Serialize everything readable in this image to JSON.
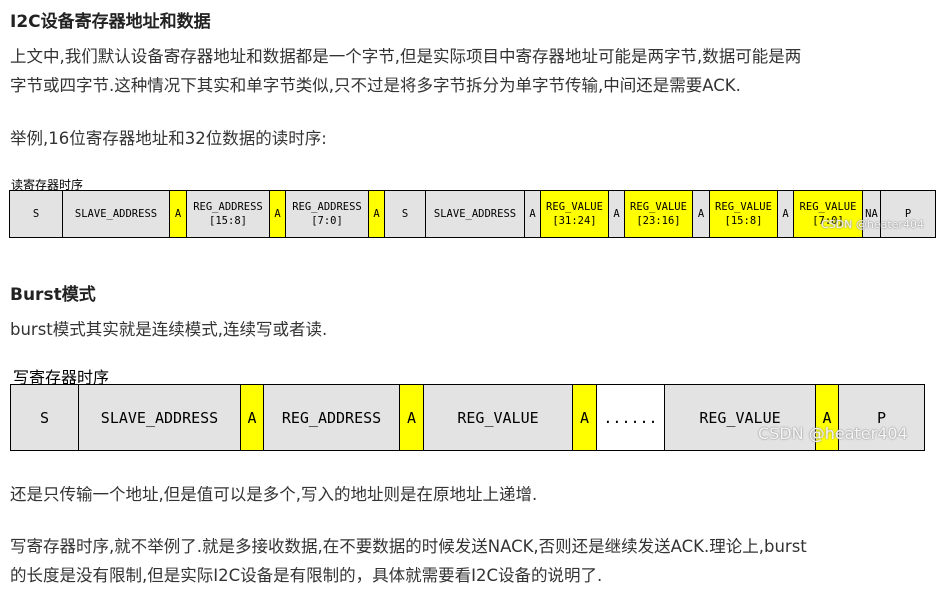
{
  "section1": {
    "heading": "I2C设备寄存器地址和数据",
    "para1_line1": "上文中,我们默认设备寄存器地址和数据都是一个字节,但是实际项目中寄存器地址可能是两字节,数据可能是两",
    "para1_line2": "字节或四字节.这种情况下其实和单字节类似,只不过是将多字节拆分为单字节传输,中间还是需要ACK.",
    "para2": "举例,16位寄存器地址和32位数据的读时序:"
  },
  "read_diagram": {
    "caption": "读寄存器时序",
    "cells": [
      {
        "line1": "S",
        "line2": "",
        "color": "gray"
      },
      {
        "line1": "SLAVE_ADDRESS",
        "line2": "",
        "color": "gray"
      },
      {
        "line1": "A",
        "line2": "",
        "color": "yellow"
      },
      {
        "line1": "REG_ADDRESS",
        "line2": "[15:8]",
        "color": "gray"
      },
      {
        "line1": "A",
        "line2": "",
        "color": "yellow"
      },
      {
        "line1": "REG_ADDRESS",
        "line2": "[7:0]",
        "color": "gray"
      },
      {
        "line1": "A",
        "line2": "",
        "color": "yellow"
      },
      {
        "line1": "S",
        "line2": "",
        "color": "gray"
      },
      {
        "line1": "SLAVE_ADDRESS",
        "line2": "",
        "color": "gray"
      },
      {
        "line1": "A",
        "line2": "",
        "color": "gray"
      },
      {
        "line1": "REG_VALUE",
        "line2": "[31:24]",
        "color": "yellow"
      },
      {
        "line1": "A",
        "line2": "",
        "color": "gray"
      },
      {
        "line1": "REG_VALUE",
        "line2": "[23:16]",
        "color": "yellow"
      },
      {
        "line1": "A",
        "line2": "",
        "color": "gray"
      },
      {
        "line1": "REG_VALUE",
        "line2": "[15:8]",
        "color": "yellow"
      },
      {
        "line1": "A",
        "line2": "",
        "color": "gray"
      },
      {
        "line1": "REG_VALUE",
        "line2": "[7:0]",
        "color": "yellow"
      },
      {
        "line1": "NA",
        "line2": "",
        "color": "gray"
      },
      {
        "line1": "P",
        "line2": "",
        "color": "gray"
      }
    ],
    "watermark": "CSDN @heater404"
  },
  "section2": {
    "heading": "Burst模式",
    "para1": "burst模式其实就是连续模式,连续写或者读."
  },
  "write_diagram": {
    "caption": "写寄存器时序",
    "cells": [
      {
        "label": "S",
        "color": "gray"
      },
      {
        "label": "SLAVE_ADDRESS",
        "color": "gray"
      },
      {
        "label": "A",
        "color": "yellow"
      },
      {
        "label": "REG_ADDRESS",
        "color": "gray"
      },
      {
        "label": "A",
        "color": "yellow"
      },
      {
        "label": "REG_VALUE",
        "color": "gray"
      },
      {
        "label": "A",
        "color": "yellow"
      },
      {
        "label": "......",
        "color": "white"
      },
      {
        "label": "REG_VALUE",
        "color": "gray"
      },
      {
        "label": "A",
        "color": "yellow"
      },
      {
        "label": "P",
        "color": "gray"
      }
    ],
    "watermark": "CSDN @heater404"
  },
  "section3": {
    "para1": "还是只传输一个地址,但是值可以是多个,写入的地址则是在原地址上递增.",
    "para2_line1": "写寄存器时序,就不举例了.就是多接收数据,在不要数据的时候发送NACK,否则还是继续发送ACK.理论上,burst",
    "para2_line2": "的长度是没有限制,但是实际I2C设备是有限制的，具体就需要看I2C设备的说明了."
  },
  "colors": {
    "yellow": "#ffff00",
    "gray": "#e3e3e3",
    "white": "#ffffff"
  }
}
